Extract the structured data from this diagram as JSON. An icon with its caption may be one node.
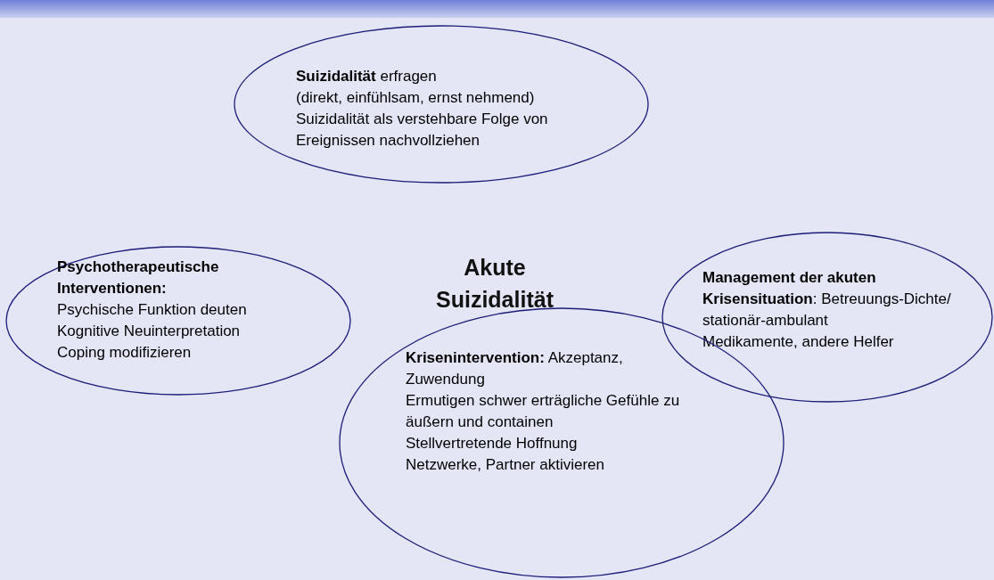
{
  "diagram": {
    "nodes": [
      {
        "text": [
          "**Suizidalität** erfragen",
          "(direkt, einfühlsam, ernst nehmend)",
          "Suizidalität als verstehbare Folge von Ereignissen nachvollziehen"
        ]
      },
      {
        "text": [
          "Psychotherapeutische Interventionen:",
          "Psychische Funktion deuten",
          "Kognitive Neuinterpretation",
          "Coping modifizieren"
        ]
      },
      {
        "text": [
          "**Management der akuten Krisensituation**: Betreuungs-Dichte/ stationär-ambulant",
          "Medikamente, andere Helfer"
        ]
      },
      {
        "text": [
          "**Krisenintervention:** Akzeptanz, Zuwendung",
          "Ermutigen schwer erträgliche Gefühle zu äußern und containen",
          "Stellvertretende Hoffnung",
          "Netzwerke, Partner aktivieren"
        ]
      }
    ],
    "edges": [],
    "labels": [
      "Akute Suizidalität"
    ]
  }
}
